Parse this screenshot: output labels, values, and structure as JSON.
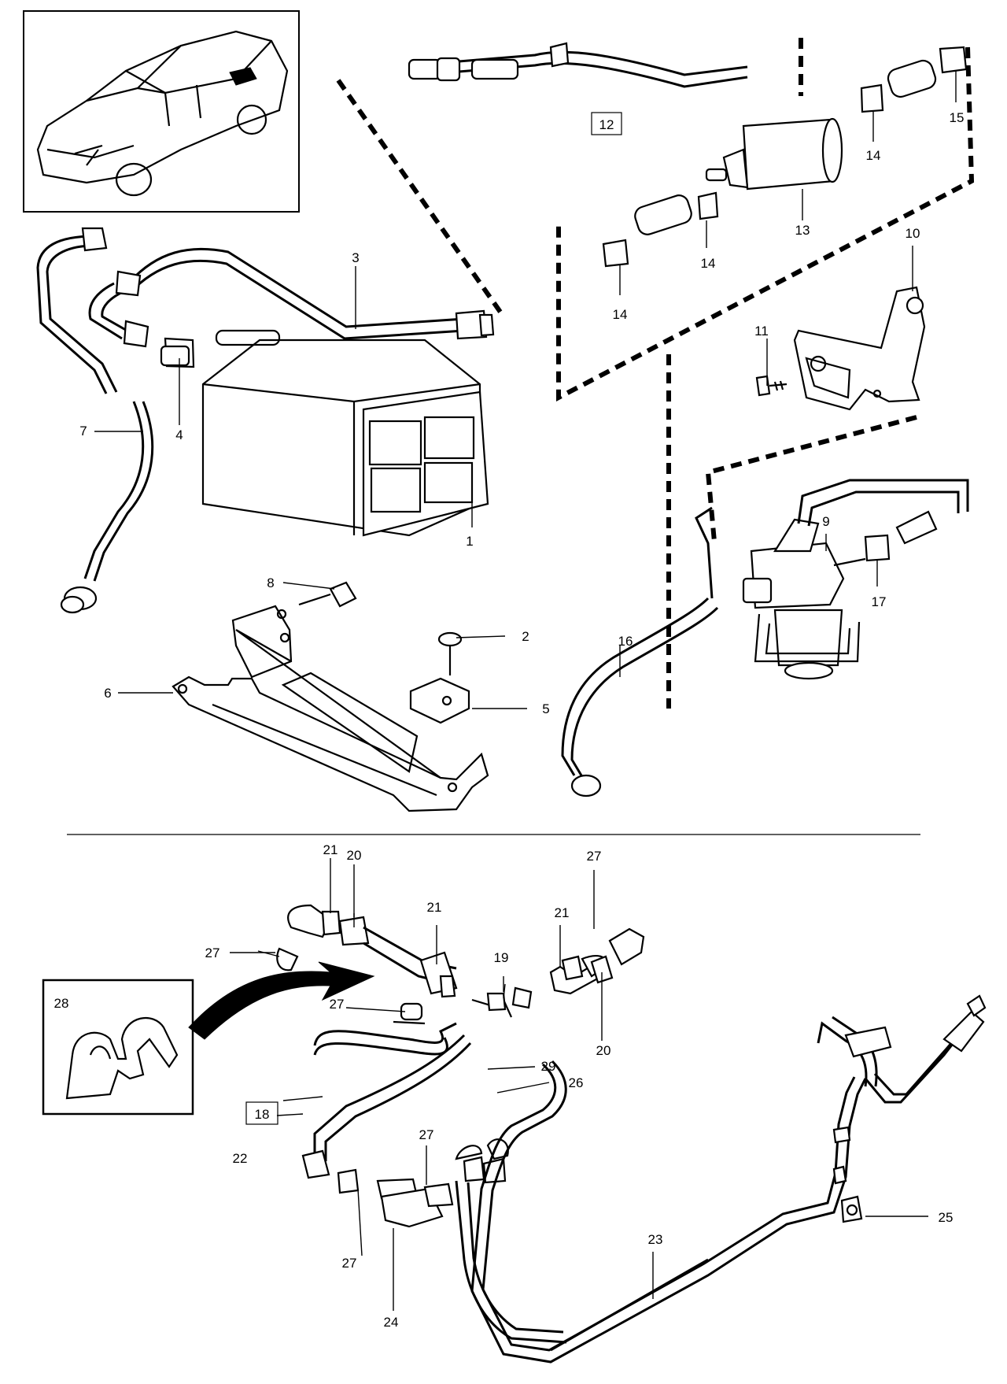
{
  "title": "",
  "callouts": {
    "c1": "1",
    "c2": "2",
    "c3": "3",
    "c4": "4",
    "c5": "5",
    "c6": "6",
    "c7": "7",
    "c8": "8",
    "c9": "9",
    "c10": "10",
    "c11": "11",
    "c12": "12",
    "c13": "13",
    "c14a": "14",
    "c14b": "14",
    "c14c": "14",
    "c15": "15",
    "c16": "16",
    "c17": "17",
    "c18": "18",
    "c19": "19",
    "c20a": "20",
    "c20b": "20",
    "c21a": "21",
    "c21b": "21",
    "c21c": "21",
    "c22": "22",
    "c23": "23",
    "c24": "24",
    "c25": "25",
    "c26": "26",
    "c27a": "27",
    "c27b": "27",
    "c27c": "27",
    "c27d": "27",
    "c27e": "27",
    "c28": "28",
    "c29": "29"
  }
}
